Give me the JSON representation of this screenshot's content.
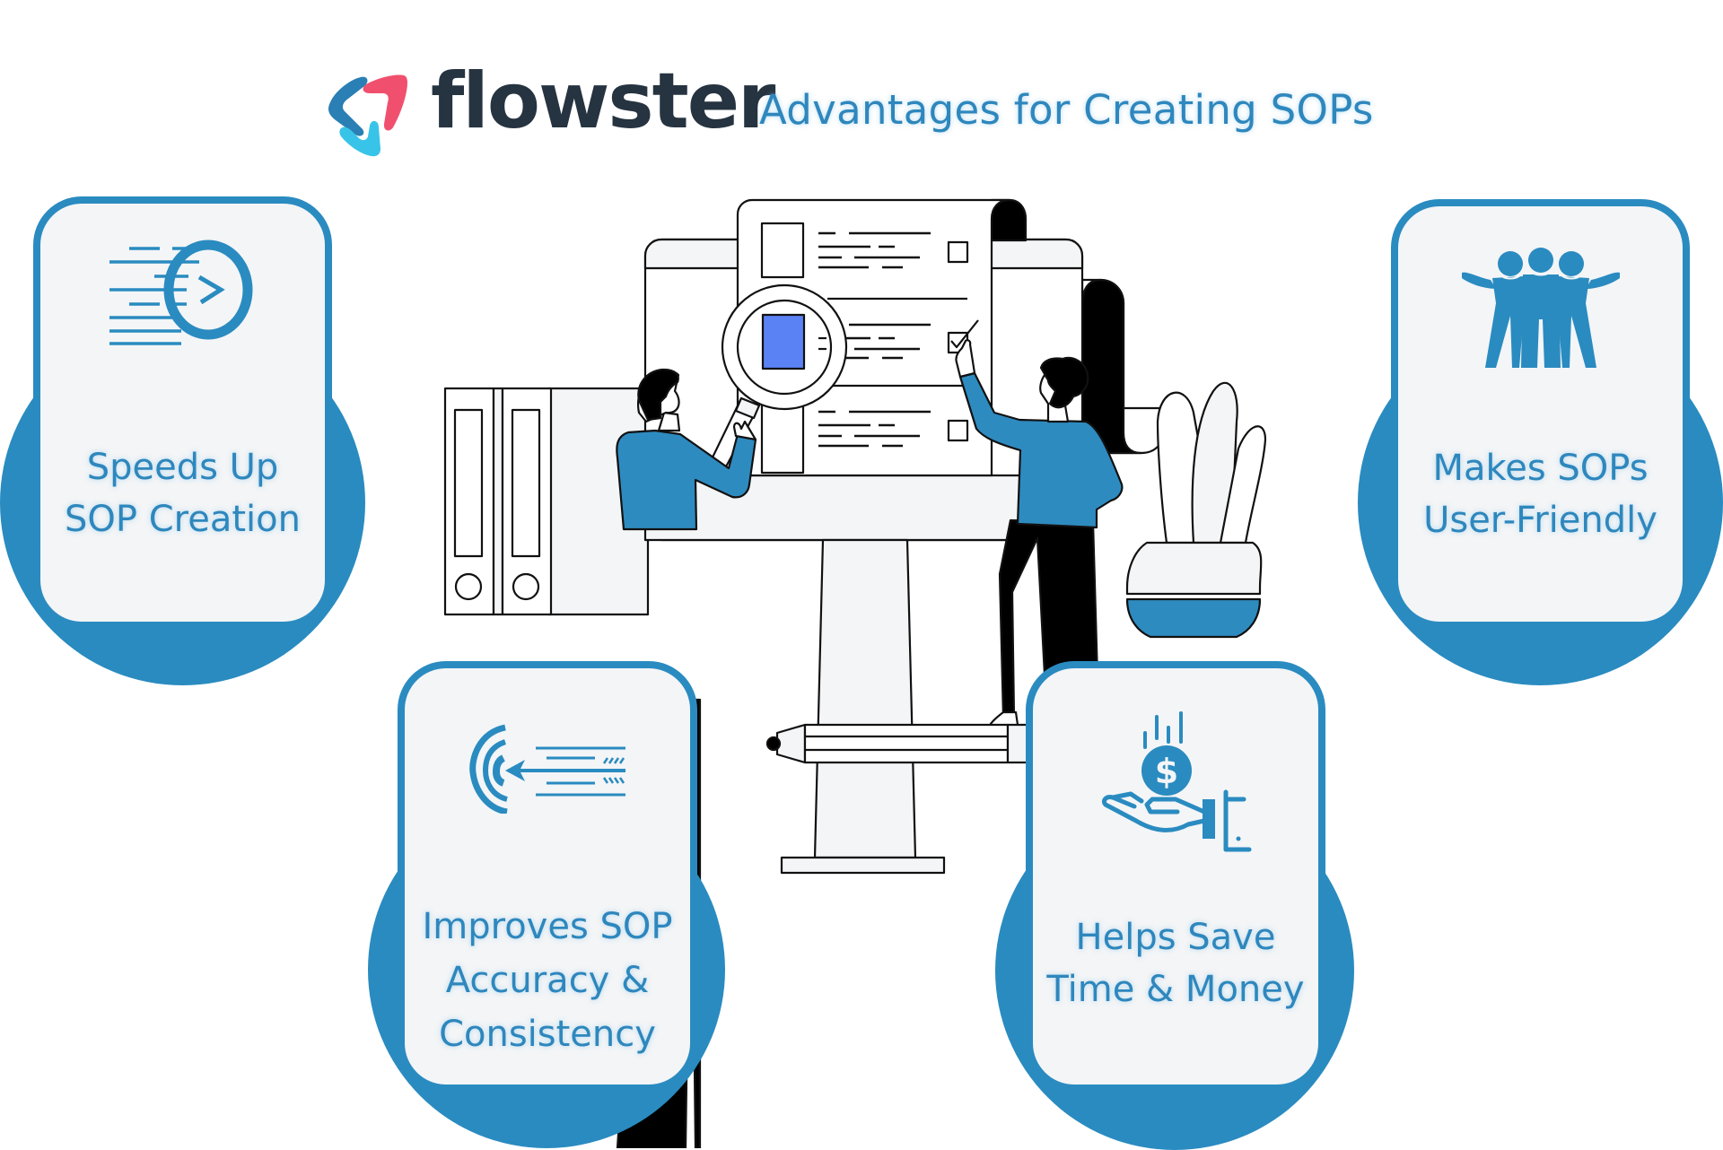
{
  "header": {
    "brand_name": "flowster",
    "headline": "Advantages for Creating SOPs",
    "logo_colors": {
      "blue": "#2a7fb4",
      "pink": "#f0506e",
      "cyan": "#38c4e8"
    },
    "brand_text_color": "#263340",
    "headline_color": "#2e87bd"
  },
  "theme": {
    "accent": "#2a8bc0",
    "card_fill": "#f3f5f7",
    "illustration_blue": "#2e8bc0",
    "highlight_blue": "#5b82f5"
  },
  "cards": [
    {
      "id": "speeds-up",
      "icon": "fast-clock-icon",
      "line1": "Speeds Up",
      "line2": "SOP Creation",
      "line3": ""
    },
    {
      "id": "user-friendly",
      "icon": "group-people-icon",
      "line1": "Makes SOPs",
      "line2": "User-Friendly",
      "line3": ""
    },
    {
      "id": "accuracy",
      "icon": "target-arrow-icon",
      "line1": "Improves SOP",
      "line2": "Accuracy &",
      "line3": "Consistency"
    },
    {
      "id": "save-money",
      "icon": "hand-coin-icon",
      "line1": "Helps Save",
      "line2": "Time & Money",
      "line3": ""
    }
  ],
  "illustration": {
    "description": "Two people reviewing a checklist document on a monitor with a magnifying glass, binders, plant and pencil",
    "elements": [
      "binders",
      "monitor",
      "document-checklist",
      "magnifying-glass",
      "man-with-magnifier",
      "woman-checking-box",
      "scroll",
      "potted-plant",
      "pencil"
    ]
  }
}
